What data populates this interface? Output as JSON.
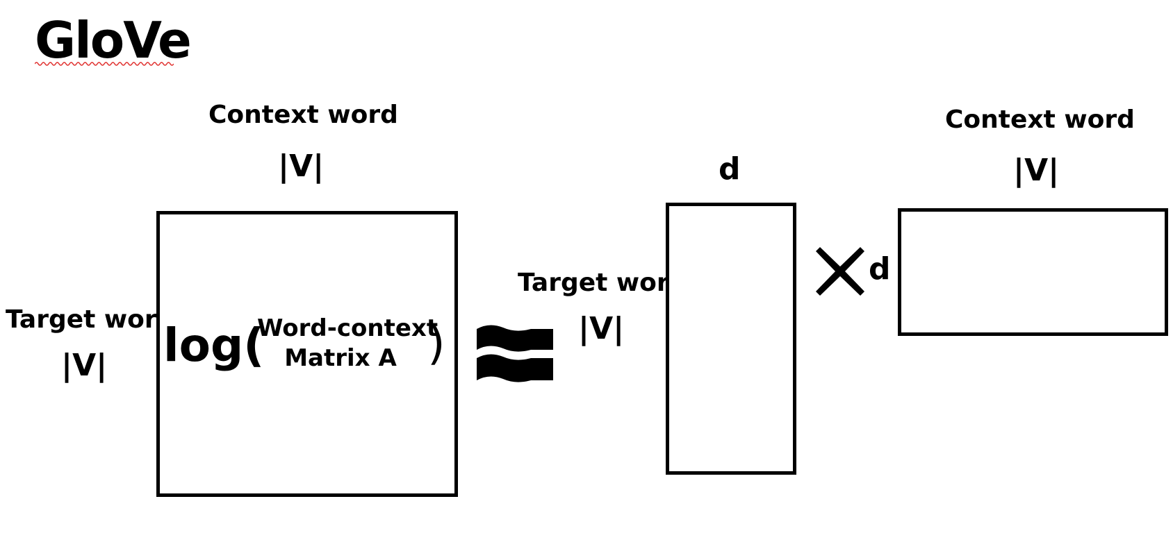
{
  "title": "GloVe",
  "left": {
    "context_label": "Context word",
    "context_dim": "|V|",
    "target_label": "Target word",
    "target_dim": "|V|",
    "log_text": "log(",
    "matrix_line1": "Word-context",
    "matrix_line2": "Matrix A",
    "close_paren": ")"
  },
  "middle": {
    "target_label": "Target word",
    "target_dim": "|V|",
    "column_dim": "d"
  },
  "right": {
    "context_label": "Context word",
    "context_dim": "|V|",
    "row_dim": "d"
  },
  "operators": {
    "approx": "approximately-equal-icon",
    "times": "multiply-icon"
  }
}
